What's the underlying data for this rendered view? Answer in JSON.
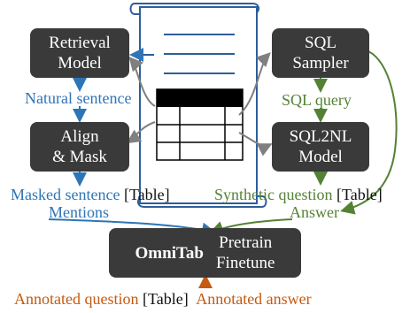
{
  "colors": {
    "box_fill": "#3a3a3a",
    "box_text": "#ffffff",
    "blue": "#2e75b6",
    "green": "#548235",
    "orange": "#c55a11",
    "gray_arrow": "#7f7f7f",
    "scroll_stroke": "#2e5e9a"
  },
  "boxes": {
    "retrieval": [
      "Retrieval",
      "Model"
    ],
    "align": [
      "Align",
      "& Mask"
    ],
    "sql_sampler": [
      "SQL",
      "Sampler"
    ],
    "sql2nl": [
      "SQL2NL",
      "Model"
    ],
    "omnitab_name": "OmniTab",
    "omnitab_modes": [
      "Pretrain",
      "Finetune"
    ]
  },
  "labels": {
    "natural_sentence": "Natural sentence",
    "masked_sentence": "Masked sentence",
    "table": "[Table]",
    "mentions": "Mentions",
    "sql_query": "SQL query",
    "synthetic_question": "Synthetic question",
    "answer": "Answer",
    "annotated_question": "Annotated question",
    "annotated_answer": "Annotated answer"
  },
  "icons": {
    "document": "scroll-document-icon",
    "table": "table-icon"
  }
}
